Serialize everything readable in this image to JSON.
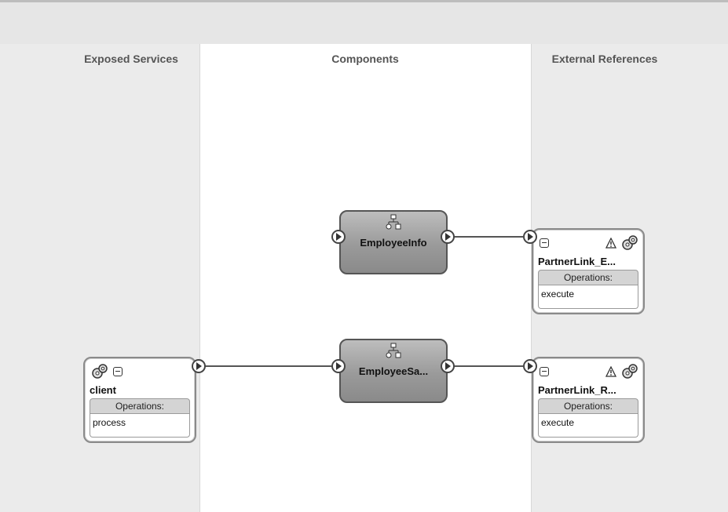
{
  "lanes": {
    "exposed_services": "Exposed Services",
    "components": "Components",
    "external_references": "External References"
  },
  "services": [
    {
      "name": "client",
      "ops_label": "Operations:",
      "operation": "process",
      "icon": "gear-icon"
    }
  ],
  "components": [
    {
      "name": "EmployeeInfo",
      "icon": "process-flow-icon"
    },
    {
      "name": "EmployeeSa...",
      "icon": "process-flow-icon"
    }
  ],
  "references": [
    {
      "name": "PartnerLink_E...",
      "ops_label": "Operations:",
      "operation": "execute",
      "icon": "gear-icon",
      "status_icon": "warning-icon"
    },
    {
      "name": "PartnerLink_R...",
      "ops_label": "Operations:",
      "operation": "execute",
      "icon": "gear-icon",
      "status_icon": "warning-icon"
    }
  ],
  "colors": {
    "lane_bg": "#ebebeb",
    "canvas_bg": "#ffffff",
    "component_fill": "#9a9a9a",
    "wire": "#555555"
  }
}
